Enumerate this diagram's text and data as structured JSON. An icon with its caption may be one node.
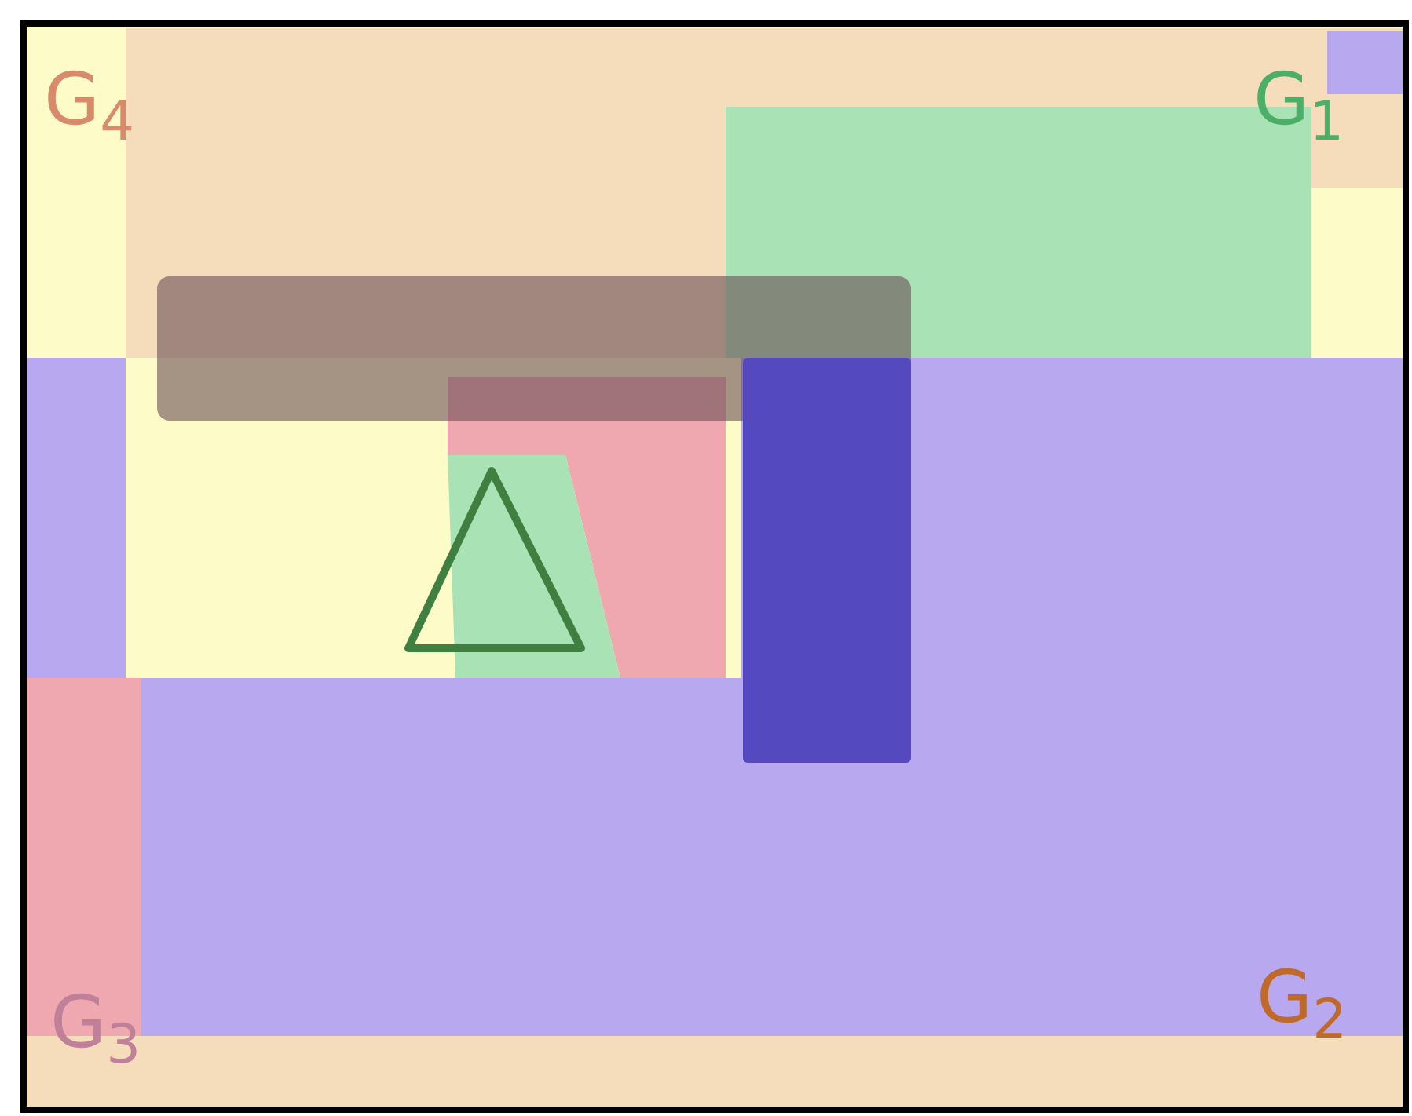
{
  "diagram": {
    "labels": [
      "G$_{4}$",
      "G$_{1}$",
      "G$_{3}$",
      "G$_{2}$"
    ]
  }
}
